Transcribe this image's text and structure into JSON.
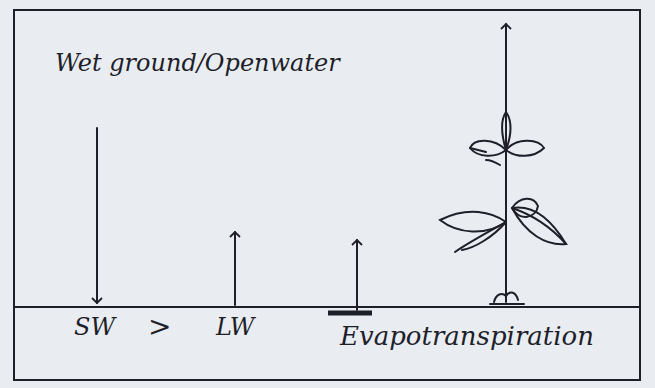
{
  "diagram": {
    "title": "Wet ground/Openwater",
    "labels": [
      "SW",
      ">",
      "LW",
      "Evapotranspiration"
    ]
  }
}
